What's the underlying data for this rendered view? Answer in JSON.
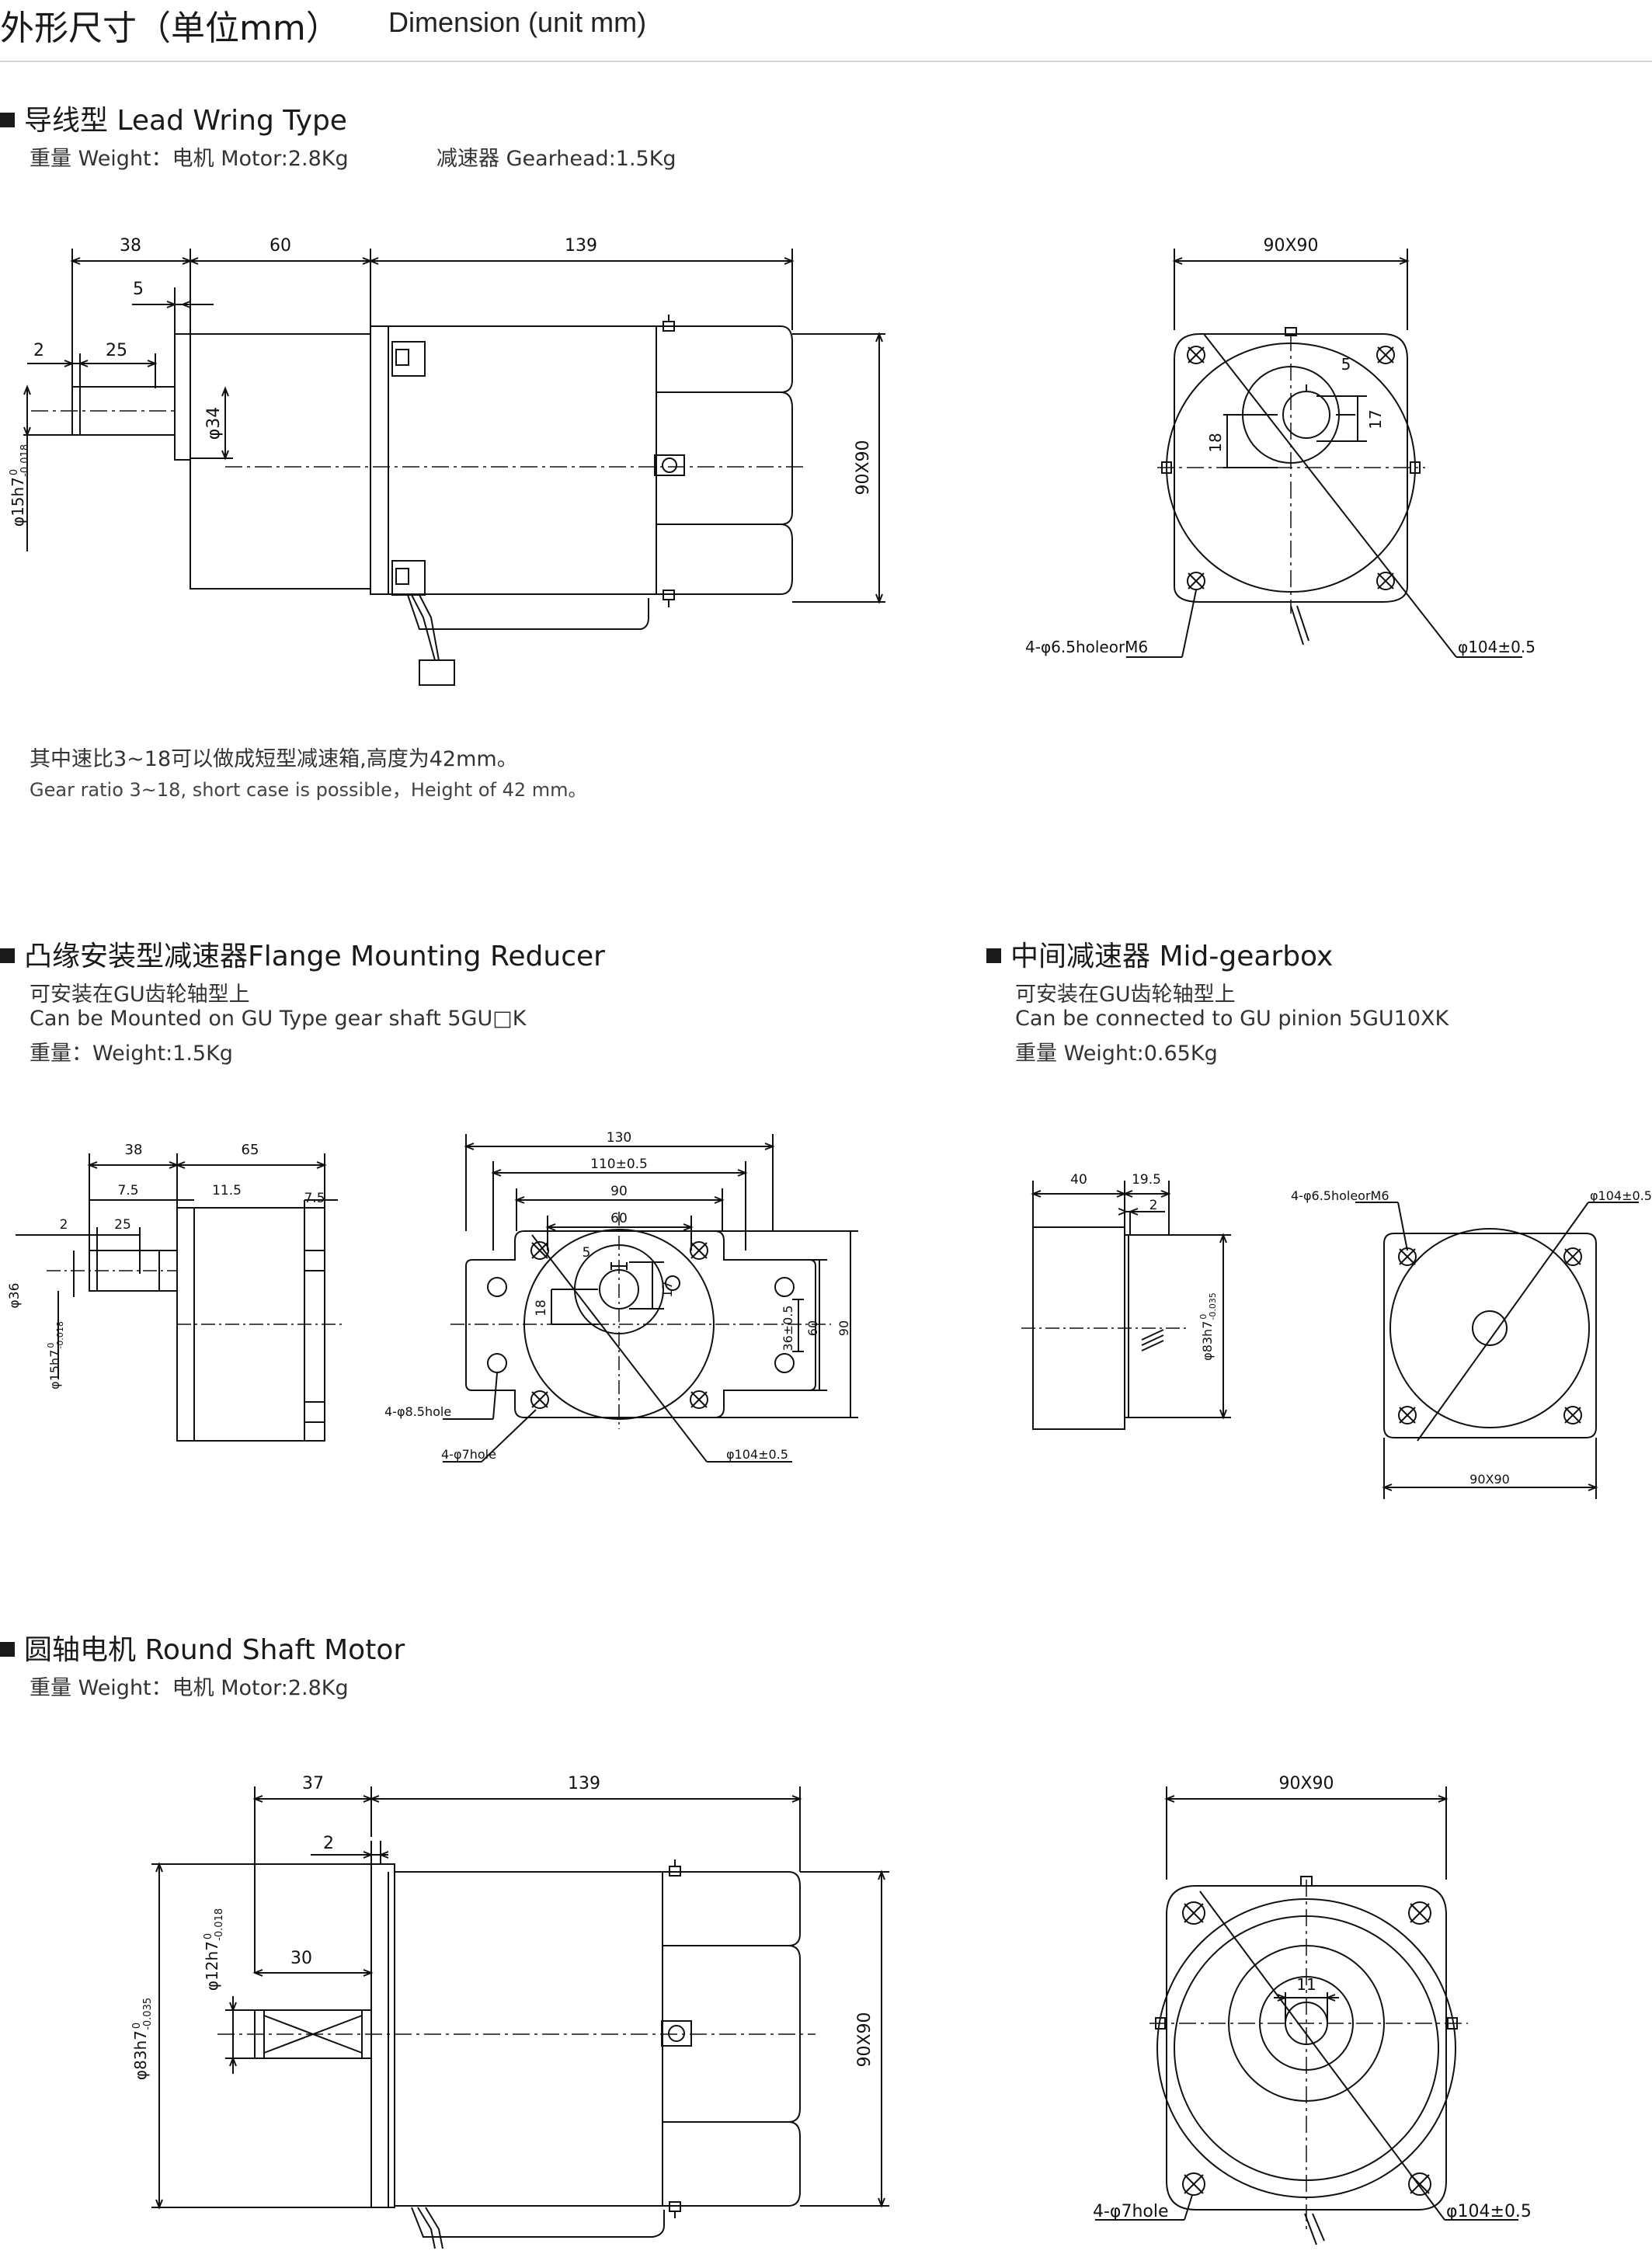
{
  "header": {
    "title_cn": "外形尺寸（单位mm）",
    "title_en": "Dimension (unit mm)"
  },
  "lead": {
    "title": "导线型 Lead Wring Type",
    "weight": "重量 Weight：电机 Motor:2.8Kg",
    "gearhead": "减速器 Gearhead:1.5Kg",
    "note_cn": "其中速比3~18可以做成短型减速箱,高度为42mm。",
    "note_en": "Gear ratio 3~18, short case is possible，Height of 42 mm。",
    "dims": {
      "d38": "38",
      "d60": "60",
      "d139": "139",
      "d5": "5",
      "d2": "2",
      "d25": "25",
      "phi34": "φ34",
      "shaft_base": "φ15h7",
      "tol_up": "0",
      "tol_lo": "-0.018",
      "side": "90X90",
      "top": "90X90",
      "key5": "5",
      "key17": "17",
      "key18": "18",
      "holes": "4-φ6.5holeorM6",
      "dia": "φ104±0.5"
    }
  },
  "flange": {
    "title": "凸缘安装型减速器Flange Mounting Reducer",
    "line1": "可安装在GU齿轮轴型上",
    "line2": "Can be Mounted on GU Type gear shaft 5GU□K",
    "line3": "重量：Weight:1.5Kg",
    "dims": {
      "d38": "38",
      "d65": "65",
      "d75a": "7.5",
      "d115": "11.5",
      "d75b": "7.5",
      "d2": "2",
      "d25": "25",
      "phi36": "φ36",
      "shaft_base": "φ15h7",
      "tol_up": "0",
      "tol_lo": "-0.018",
      "d130": "130",
      "d110": "110±0.5",
      "d90": "90",
      "d60": "60",
      "key5": "5",
      "key17": "17",
      "key18": "18",
      "v365": "36±0.5",
      "v60": "60",
      "v90": "90",
      "h85": "4-φ8.5hole",
      "h7": "4-φ7hole",
      "dia": "φ104±0.5"
    }
  },
  "mid": {
    "title": "中间减速器 Mid-gearbox",
    "line1": "可安装在GU齿轮轴型上",
    "line2": "Can be connected to GU pinion 5GU10XK",
    "line3": "重量 Weight:0.65Kg",
    "dims": {
      "d40": "40",
      "d195": "19.5",
      "d2": "2",
      "phi83_base": "φ83h7",
      "tol_up": "0",
      "tol_lo": "-0.035",
      "holes": "4-φ6.5holeorM6",
      "dia": "φ104±0.5",
      "bottom": "90X90"
    }
  },
  "round": {
    "title": "圆轴电机 Round Shaft Motor",
    "weight": "重量 Weight：电机 Motor:2.8Kg",
    "dims": {
      "d37": "37",
      "d139": "139",
      "d2": "2",
      "d30": "30",
      "phi12_base": "φ12h7",
      "tol12_up": "0",
      "tol12_lo": "-0.018",
      "phi83_base": "φ83h7",
      "tol83_up": "0",
      "tol83_lo": "-0.035",
      "side": "90X90",
      "top": "90X90",
      "d11": "11",
      "holes": "4-φ7hole",
      "dia": "φ104±0.5"
    }
  }
}
